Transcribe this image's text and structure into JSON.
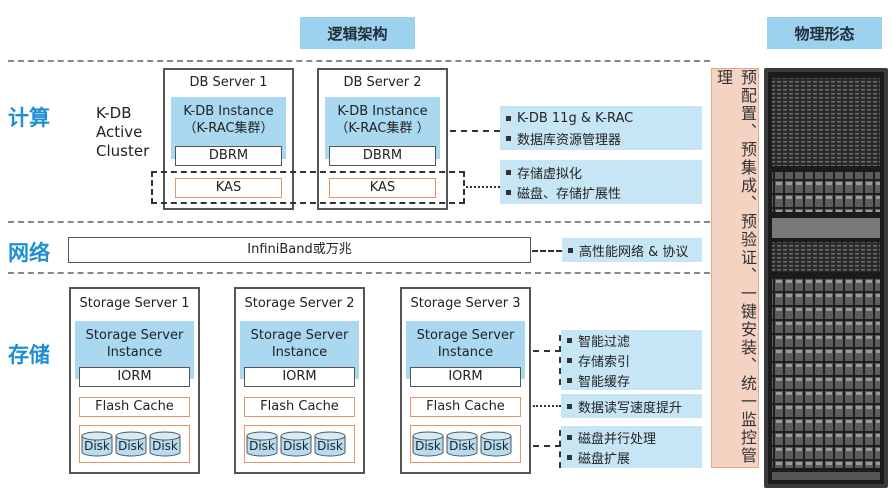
{
  "headers": {
    "logical": "逻辑架构",
    "physical": "物理形态"
  },
  "sections": {
    "compute": "计算",
    "network": "网络",
    "storage": "存储"
  },
  "cluster_label": "K-DB\nActive\nCluster",
  "db_servers": [
    {
      "title": "DB Server 1",
      "instance": "K-DB Instance\n（K-RAC集群）",
      "dbrm": "DBRM",
      "kas": "KAS"
    },
    {
      "title": "DB Server 2",
      "instance": "K-DB Instance\n（K-RAC集群 ）",
      "dbrm": "DBRM",
      "kas": "KAS"
    }
  ],
  "network_label": "InfiniBand或万兆",
  "storage_servers": [
    {
      "title": "Storage Server 1",
      "instance": "Storage Server\nInstance",
      "iorm": "IORM",
      "flash": "Flash Cache",
      "disks": [
        "Disk",
        "Disk",
        "Disk"
      ]
    },
    {
      "title": "Storage Server 2",
      "instance": "Storage Server\nInstance",
      "iorm": "IORM",
      "flash": "Flash Cache",
      "disks": [
        "Disk",
        "Disk",
        "Disk"
      ]
    },
    {
      "title": "Storage Server 3",
      "instance": "Storage Server\nInstance",
      "iorm": "IORM",
      "flash": "Flash Cache",
      "disks": [
        "Disk",
        "Disk",
        "Disk"
      ]
    }
  ],
  "notes": {
    "db": [
      "K-DB 11g & K-RAC",
      "数据库资源管理器"
    ],
    "kas": [
      "存储虚拟化",
      "磁盘、存储扩展性"
    ],
    "net": [
      "高性能网络 & 协议"
    ],
    "smart": [
      "智能过滤",
      "存储索引",
      "智能缓存"
    ],
    "flash": [
      "数据读写速度提升"
    ],
    "disk": [
      "磁盘并行处理",
      "磁盘扩展"
    ]
  },
  "physical_caption": "预配置、预集成、预验证、一键安装、统一监控管理",
  "colors": {
    "header_bg": "#9dd2ee",
    "section_text": "#1f8fd1",
    "instance_bg": "#a9d8f0",
    "note_bg": "#c7e6f5",
    "physical_bg": "#f4d3c3",
    "orange_border": "#e0956a"
  }
}
